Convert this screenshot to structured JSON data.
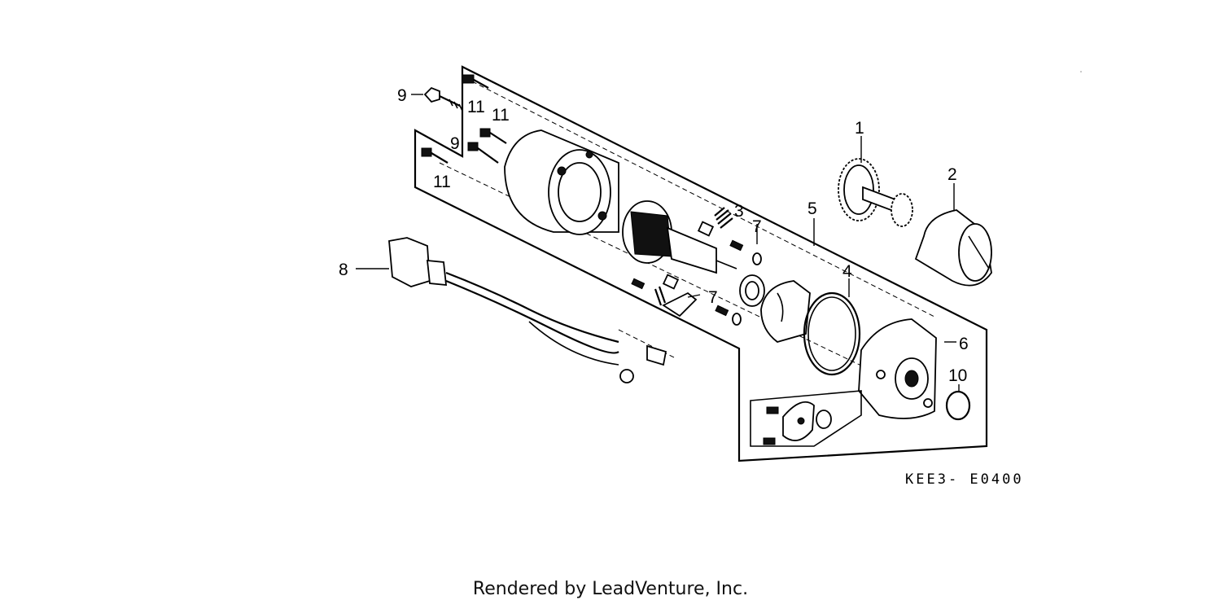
{
  "diagram": {
    "callouts": [
      {
        "id": "c1",
        "text": "1"
      },
      {
        "id": "c2",
        "text": "2"
      },
      {
        "id": "c3",
        "text": "3"
      },
      {
        "id": "c4",
        "text": "4"
      },
      {
        "id": "c5",
        "text": "5"
      },
      {
        "id": "c6",
        "text": "6"
      },
      {
        "id": "c7a",
        "text": "7"
      },
      {
        "id": "c7b",
        "text": "7"
      },
      {
        "id": "c8",
        "text": "8"
      },
      {
        "id": "c9a",
        "text": "9"
      },
      {
        "id": "c9b",
        "text": "9"
      },
      {
        "id": "c10",
        "text": "10"
      },
      {
        "id": "c11a",
        "text": "11"
      },
      {
        "id": "c11b",
        "text": "11"
      },
      {
        "id": "c11c",
        "text": "11"
      }
    ],
    "drawing_code": "KEE3- E0400"
  },
  "footer": {
    "credit": "Rendered by LeadVenture, Inc."
  }
}
